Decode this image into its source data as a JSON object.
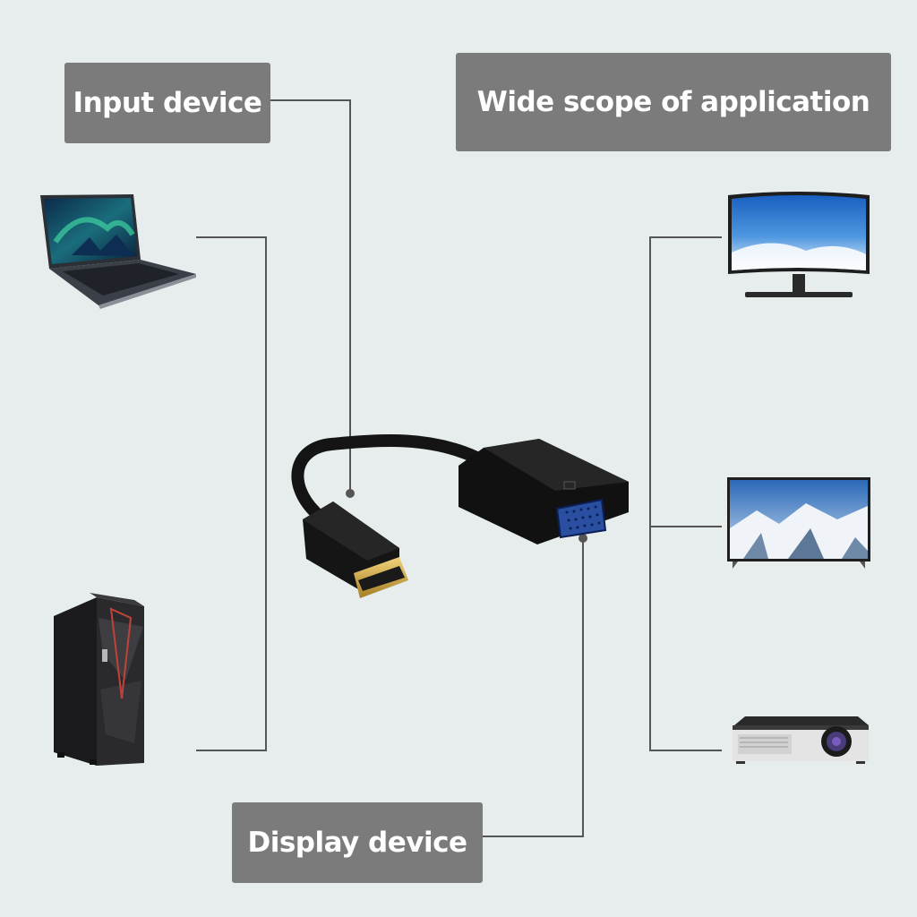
{
  "labels": {
    "input_device": "Input device",
    "wide_scope": "Wide scope of application",
    "display_device": "Display device"
  },
  "icons": {
    "input_devices": [
      "laptop-icon",
      "desktop-tower-icon"
    ],
    "output_devices": [
      "monitor-icon",
      "television-icon",
      "projector-icon"
    ],
    "product": "displayport-to-vga-adapter-icon"
  },
  "colors": {
    "background": "#e6edec",
    "label_box": "#7b7b7b",
    "label_text": "#ffffff",
    "connector_line": "#555555",
    "adapter_body": "#111111",
    "vga_port": "#2a4fa0",
    "dp_gold": "#d4b04a"
  }
}
